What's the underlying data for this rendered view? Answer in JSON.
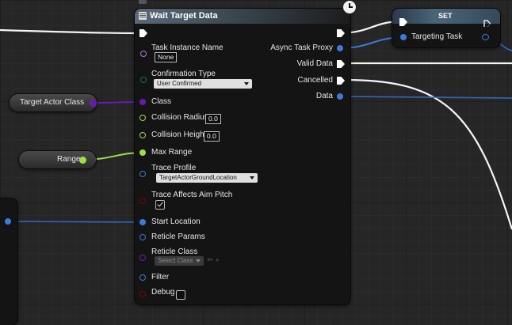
{
  "colors": {
    "exec": "#ffffff",
    "object": "#3b7ad9",
    "class": "#6a1ab0",
    "float": "#9be04a",
    "struct": "#1a8a7a",
    "boolean": "#8b0000",
    "enum": "#0d6e6e"
  },
  "icons": {
    "node_icon": "function-icon",
    "latent": "clock-icon",
    "exec": "exec-pin-icon"
  },
  "wait_node": {
    "title": "Wait Target Data",
    "inputs": [
      {
        "label": "Task Instance Name",
        "default": "None",
        "pin": "name"
      },
      {
        "label": "Confirmation Type",
        "default": "User Confirmed",
        "pin": "enum"
      },
      {
        "label": "Class",
        "pin": "class"
      },
      {
        "label": "Collision Radius",
        "default": "0.0",
        "pin": "float"
      },
      {
        "label": "Collision Height",
        "default": "0.0",
        "pin": "float"
      },
      {
        "label": "Max Range",
        "pin": "float"
      },
      {
        "label": "Trace Profile",
        "default": "TargetActorGroundLocation",
        "pin": "struct"
      },
      {
        "label": "Trace Affects Aim Pitch",
        "checked": true,
        "pin": "boolean"
      },
      {
        "label": "Start Location",
        "pin": "object"
      },
      {
        "label": "Reticle Params",
        "pin": "object"
      },
      {
        "label": "Reticle Class",
        "default": "Select Class",
        "pin": "class"
      },
      {
        "label": "Filter",
        "pin": "object"
      },
      {
        "label": "Debug",
        "checked": false,
        "pin": "boolean"
      }
    ],
    "outputs": [
      {
        "label": "Async Task Proxy",
        "pin": "object"
      },
      {
        "label": "Valid Data",
        "pin": "exec"
      },
      {
        "label": "Cancelled",
        "pin": "exec"
      },
      {
        "label": "Data",
        "pin": "object"
      }
    ]
  },
  "set_node": {
    "title": "SET",
    "input_label": "Targeting Task"
  },
  "variables": [
    {
      "label": "Target Actor Class"
    },
    {
      "label": "Range"
    }
  ]
}
